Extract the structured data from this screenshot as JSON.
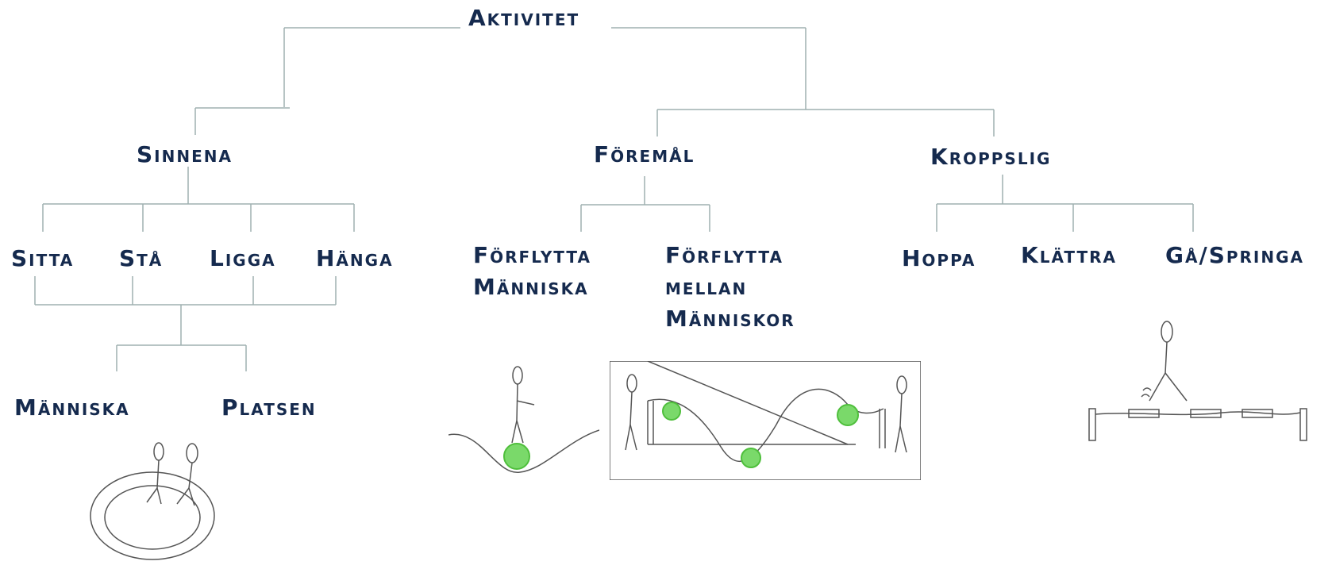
{
  "diagram": {
    "root": "Aktivitet",
    "categories": {
      "sinnena": "Sinnena",
      "foremal": "Föremål",
      "kroppslig": "Kroppslig"
    },
    "sinnena_children": [
      "Sitta",
      "Stå",
      "Ligga",
      "Hänga"
    ],
    "sinnena_grandchildren": [
      "Människa",
      "Platsen"
    ],
    "foremal_children": [
      "Förflytta\nMänniska",
      "Förflytta\nmellan\nMänniskor"
    ],
    "kroppslig_children": [
      "Hoppa",
      "Klättra",
      "Gå/Springa"
    ]
  },
  "colors": {
    "text": "#152a4e",
    "connector": "#9fb0b0",
    "accent_green": "#5fcf4a"
  },
  "illustrations": [
    "sitting-ring-sketch-icon",
    "rolling-ball-sketch-icon",
    "ball-track-sketch-icon",
    "balance-rope-sketch-icon"
  ]
}
